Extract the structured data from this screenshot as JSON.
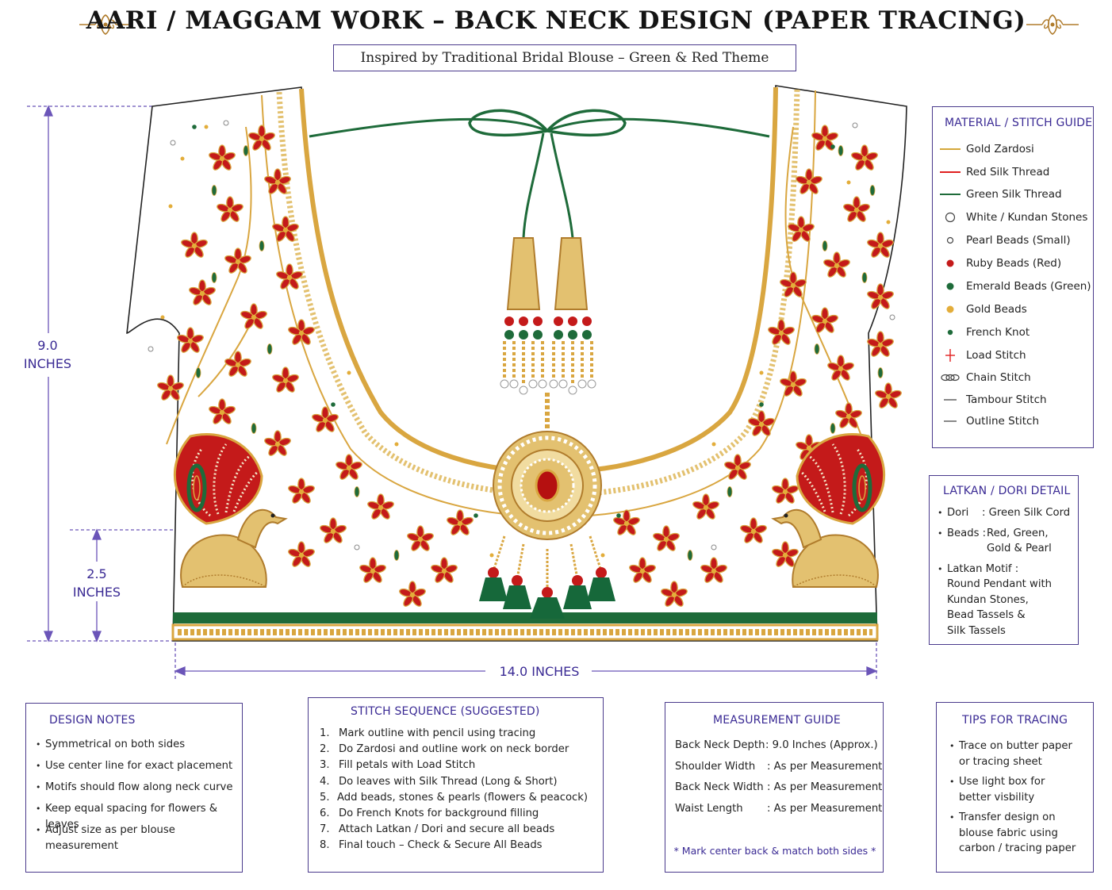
{
  "title": "AARI / MAGGAM WORK –  BACK NECK DESIGN (PAPER TRACING)",
  "subtitle": "Inspired by Traditional Bridal Blouse – Green & Red Theme",
  "dimensions": {
    "height_value": "9.0",
    "height_unit": "INCHES",
    "border_value": "2.5",
    "border_unit": "INCHES",
    "width": "14.0 INCHES"
  },
  "material_guide": {
    "title": "MATERIAL / STITCH GUIDE",
    "items": [
      {
        "label": "Gold Zardosi",
        "icon": "gold-line-icon",
        "color": "#d4a73a"
      },
      {
        "label": "Red Silk Thread",
        "icon": "red-line-icon",
        "color": "#e02020"
      },
      {
        "label": "Green Silk Thread",
        "icon": "green-line-icon",
        "color": "#1e6b3a"
      },
      {
        "label": "White / Kundan Stones",
        "icon": "kundan-stone-icon",
        "color": "#444444"
      },
      {
        "label": "Pearl Beads (Small)",
        "icon": "pearl-bead-icon",
        "color": "#444444"
      },
      {
        "label": "Ruby Beads (Red)",
        "icon": "ruby-bead-icon",
        "color": "#c41a1a"
      },
      {
        "label": "Emerald Beads (Green)",
        "icon": "emerald-bead-icon",
        "color": "#1e6b3a"
      },
      {
        "label": "Gold Beads",
        "icon": "gold-bead-icon",
        "color": "#e3ad3a"
      },
      {
        "label": "French Knot",
        "icon": "french-knot-icon",
        "color": "#1e6b3a"
      },
      {
        "label": "Load Stitch",
        "icon": "load-stitch-icon",
        "color": "#e02020"
      },
      {
        "label": "Chain Stitch",
        "icon": "chain-stitch-icon",
        "color": "#444444"
      },
      {
        "label": "Tambour Stitch",
        "icon": "tambour-line-icon",
        "color": "#555555"
      },
      {
        "label": "Outline Stitch",
        "icon": "outline-line-icon",
        "color": "#555555"
      }
    ]
  },
  "latkan": {
    "title": "LATKAN / DORI DETAIL",
    "dori_label": "Dori",
    "dori_value": ": Green Silk Cord",
    "beads_label": "Beads :",
    "beads_value_1": "Red, Green,",
    "beads_value_2": "Gold & Pearl",
    "motif_label": "Latkan Motif :",
    "motif_lines": [
      "Round Pendant with",
      "Kundan Stones,",
      "Bead Tassels  &",
      "Silk Tassels"
    ]
  },
  "design_notes": {
    "title": "DESIGN NOTES",
    "items": [
      "Symmetrical on both sides",
      "Use center line for exact placement",
      "Motifs should flow along neck curve",
      "Keep equal spacing for flowers & leaves",
      "Adjust size as per blouse measurement"
    ]
  },
  "stitch_sequence": {
    "title": "STITCH SEQUENCE (SUGGESTED)",
    "items": [
      {
        "num": "1.",
        "text": "Mark outline with pencil using tracing"
      },
      {
        "num": "2.",
        "text": "Do Zardosi and outline work on neck border"
      },
      {
        "num": "3.",
        "text": "Fill petals with Load Stitch"
      },
      {
        "num": "4.",
        "text": "Do leaves with Silk Thread (Long & Short)"
      },
      {
        "num": "5.",
        "text": "Add beads, stones & pearls (flowers & peacock)"
      },
      {
        "num": "6.",
        "text": "Do French Knots for background filling"
      },
      {
        "num": "7.",
        "text": "Attach Latkan / Dori and secure all beads"
      },
      {
        "num": "8.",
        "text": "Final touch – Check & Secure All Beads"
      }
    ]
  },
  "measurement_guide": {
    "title": "MEASUREMENT GUIDE",
    "rows": [
      {
        "label": "Back Neck Depth",
        "value": ":   9.0 Inches (Approx.)"
      },
      {
        "label": "Shoulder Width",
        "value": ":  As per Measurement"
      },
      {
        "label": "Back Neck Width",
        "value": ":  As per Measurement"
      },
      {
        "label": "Waist Length",
        "value": ":  As per Measurement"
      }
    ],
    "note": "* Mark center back & match both sides *"
  },
  "tips": {
    "title": "TIPS FOR TRACING",
    "items": [
      [
        "Trace on butter paper",
        "or tracing sheet"
      ],
      [
        "Use light box for",
        "better visbility"
      ],
      [
        "Transfer design on",
        "blouse fabric using",
        "carbon / tracing paper"
      ]
    ]
  }
}
